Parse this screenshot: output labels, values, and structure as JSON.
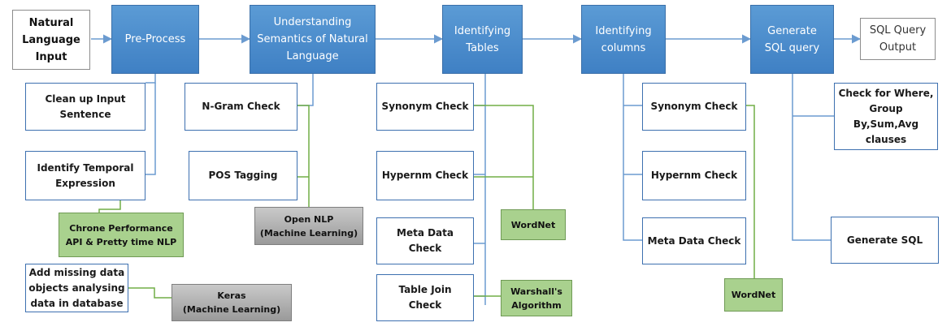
{
  "colors": {
    "stage_fill": "#5b9bd5",
    "task_border": "#3d70b0",
    "tool_green": "#a9d18e",
    "tool_gray": "#a6a6a6",
    "blue_connector": "#6b9bd0",
    "green_connector": "#70ad47"
  },
  "flow": {
    "input": "Natural\nLanguage\nInput",
    "output": "SQL Query\nOutput",
    "stages": [
      "Pre-Process",
      "Understanding\nSemantics of Natural\nLanguage",
      "Identifying\nTables",
      "Identifying\ncolumns",
      "Generate\nSQL query"
    ]
  },
  "preprocess": {
    "tasks": [
      "Clean up Input\nSentence",
      "Identify Temporal\nExpression",
      "Add missing data\nobjects analysing\ndata in database"
    ],
    "tools": [
      "Chrone Performance\nAPI & Pretty time NLP",
      "Keras\n(Machine  Learning)"
    ]
  },
  "semantics": {
    "tasks": [
      "N-Gram Check",
      "POS Tagging"
    ],
    "tools": [
      "Open NLP\n(Machine  Learning)"
    ]
  },
  "tables": {
    "tasks": [
      "Synonym Check",
      "Hypernm Check",
      "Meta Data\nCheck",
      "Table Join\nCheck"
    ],
    "tools": [
      "WordNet",
      "Warshall's\nAlgorithm"
    ]
  },
  "columns": {
    "tasks": [
      "Synonym Check",
      "Hypernm Check",
      "Meta Data Check"
    ],
    "tools": [
      "WordNet"
    ]
  },
  "generate": {
    "tasks": [
      "Check for Where,\nGroup\nBy,Sum,Avg\nclauses",
      "Generate SQL"
    ]
  }
}
